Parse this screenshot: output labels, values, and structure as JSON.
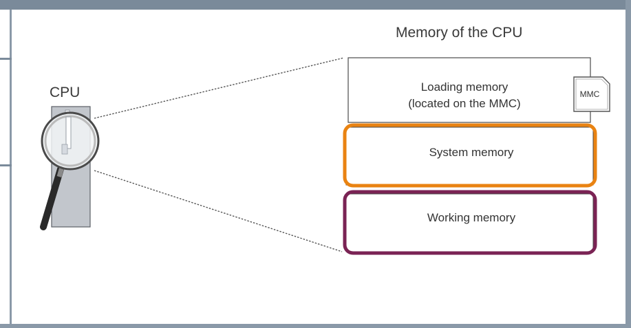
{
  "diagram": {
    "title": "Memory of the CPU",
    "cpu_label": "CPU",
    "boxes": {
      "loading_line1": "Loading memory",
      "loading_line2": "(located on the MMC)",
      "system": "System memory",
      "working": "Working memory"
    },
    "mmc_card_label": "MMC"
  },
  "colors": {
    "frame": "#8a99a8",
    "system_highlight": "#e98312",
    "working_highlight": "#7a2354"
  }
}
